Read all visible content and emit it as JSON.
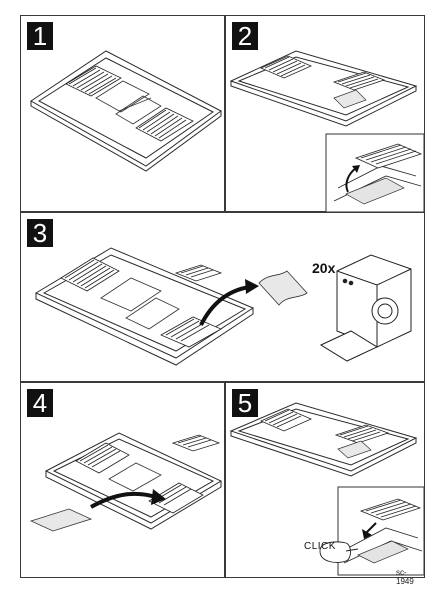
{
  "steps": [
    {
      "number": "1"
    },
    {
      "number": "2"
    },
    {
      "number": "3"
    },
    {
      "number": "4"
    },
    {
      "number": "5"
    }
  ],
  "step3": {
    "count_label": "20x"
  },
  "step5": {
    "click_label": "CLICK"
  },
  "footer": {
    "code": "sc-1949"
  },
  "colors": {
    "ink": "#1a1a1a",
    "line": "#3a3a3a",
    "fill": "#ffffff"
  },
  "icons": [
    "tray-icon",
    "grille-icon",
    "sponge-icon",
    "dishwasher-icon",
    "arrow-icon"
  ]
}
